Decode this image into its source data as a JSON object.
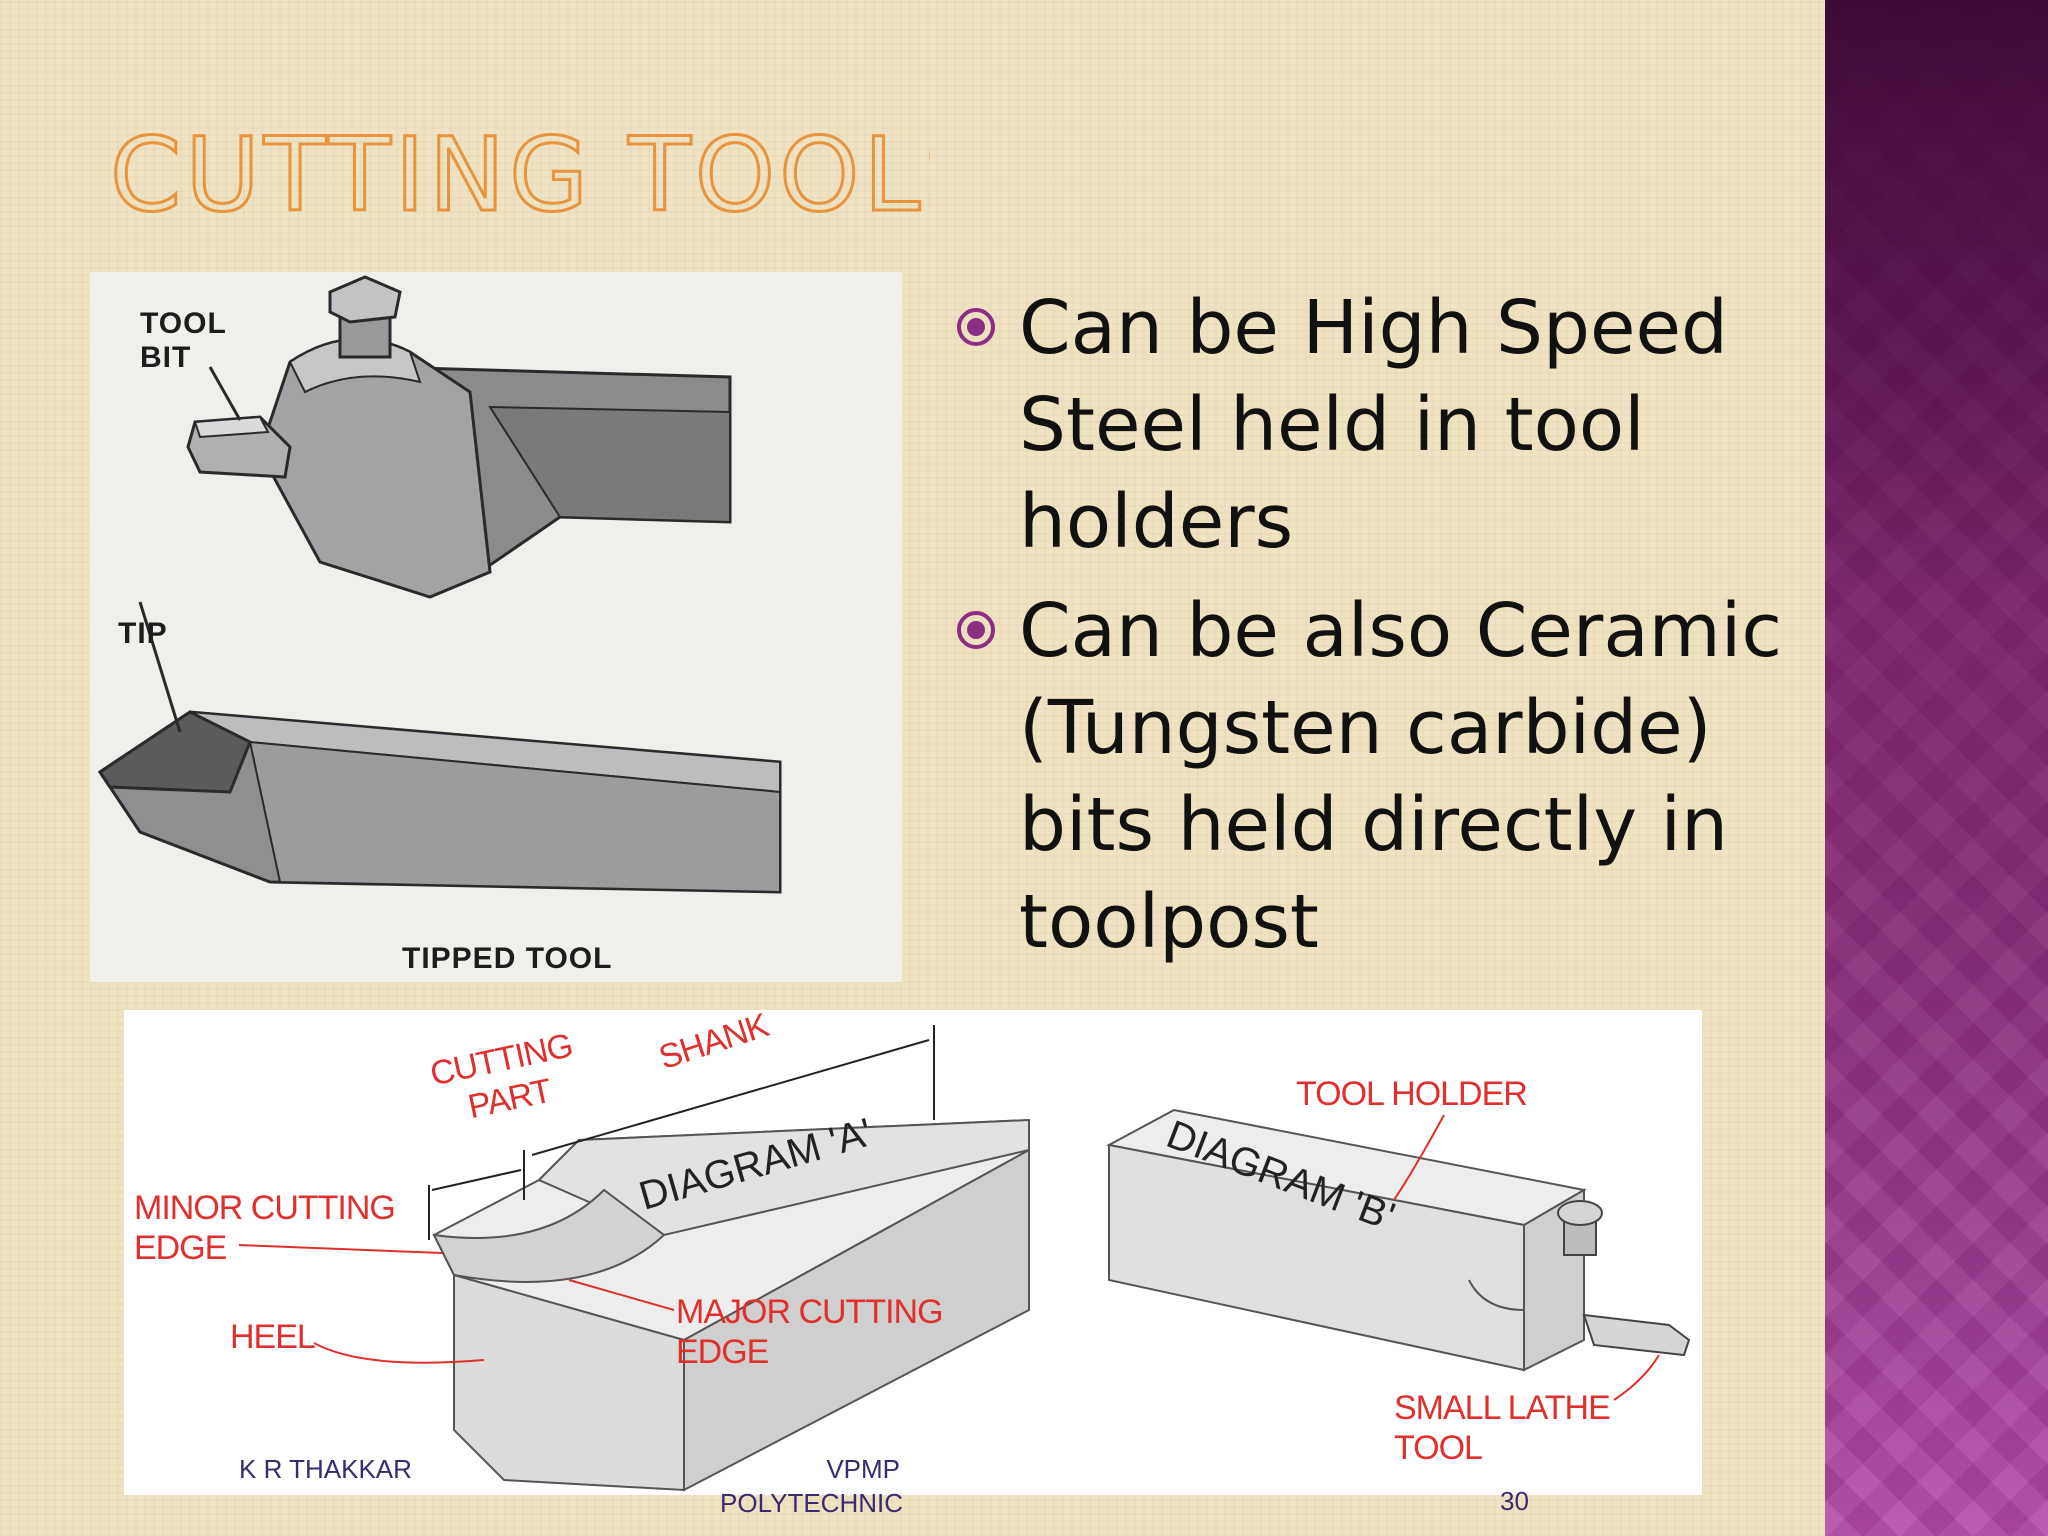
{
  "slide": {
    "title": "CUTTING TOOLS",
    "bullets": [
      "Can be High Speed Steel held in tool holders",
      "Can be also Ceramic (Tungsten carbide) bits held directly in toolpost"
    ],
    "footer": {
      "author": "K R THAKKAR",
      "org": "VPMP POLYTECHNIC",
      "page": "30"
    }
  },
  "figure_top": {
    "labels": {
      "tool_bit": "TOOL BIT",
      "tip": "TIP",
      "tipped_tool": "TIPPED TOOL"
    }
  },
  "figure_bottom": {
    "labels": {
      "cutting_part": "CUTTING PART",
      "shank": "SHANK",
      "minor_cutting_edge": "MINOR CUTTING EDGE",
      "heel": "HEEL",
      "major_cutting_edge": "MAJOR CUTTING EDGE",
      "diagram_a": "DIAGRAM 'A'",
      "diagram_b": "DIAGRAM 'B'",
      "tool_holder": "TOOL HOLDER",
      "small_lathe_tool": "SMALL LATHE TOOL"
    }
  },
  "colors": {
    "title_outline": "#e8933e",
    "accent_purple": "#8c2e82",
    "label_red": "#e0302e",
    "footer_text": "#3a2a70"
  },
  "icons": {
    "bullet": "circled-dot-icon"
  }
}
